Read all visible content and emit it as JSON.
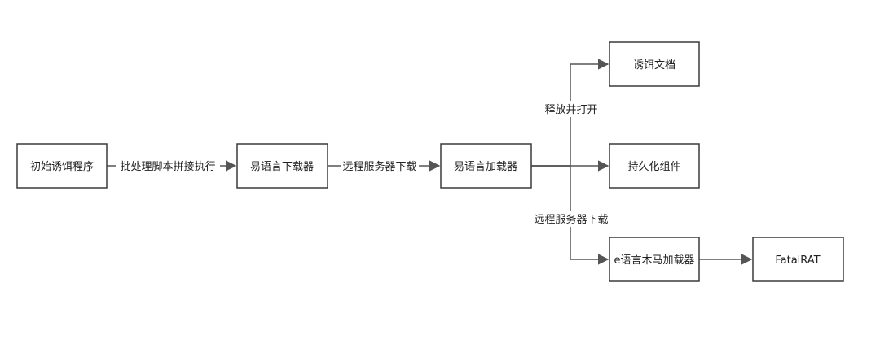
{
  "nodes": {
    "initial_lure": "初始诱饵程序",
    "e_downloader": "易语言下载器",
    "e_loader": "易语言加载器",
    "lure_doc": "诱饵文档",
    "persistence": "持久化组件",
    "e_trojan_loader": "e语言木马加载器",
    "fatalrat": "FatalRAT"
  },
  "edges": {
    "batch_exec": "批处理脚本拼接执行",
    "remote_download_1": "远程服务器下载",
    "release_open": "释放并打开",
    "remote_download_2": "远程服务器下载"
  },
  "colors": {
    "line": "#555555",
    "box_border": "#3a3a3a",
    "text": "#222222",
    "background": "#ffffff"
  }
}
